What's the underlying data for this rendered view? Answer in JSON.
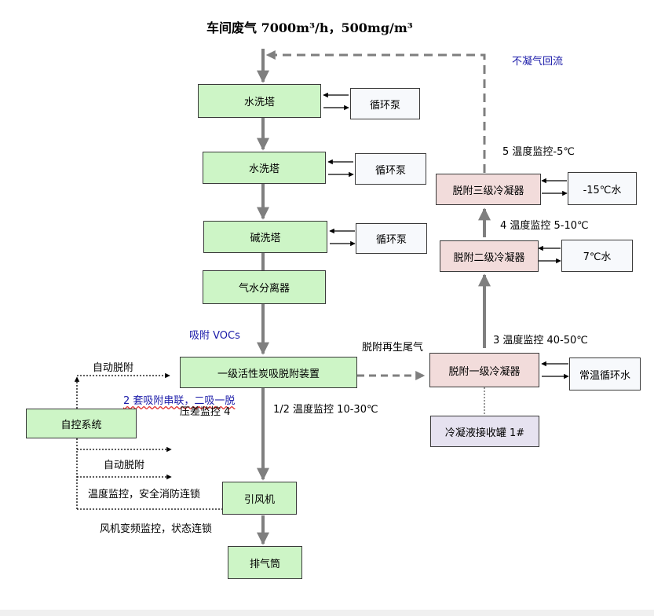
{
  "title": "车间废气 7000m³/h，500mg/m³",
  "nodes": {
    "water_tower_1": "水洗塔",
    "water_tower_2": "水洗塔",
    "alkali_tower": "碱洗塔",
    "pump_1": "循环泵",
    "pump_2": "循环泵",
    "pump_3": "循环泵",
    "separator": "气水分离器",
    "carbon_unit": "一级活性炭吸脱附装置",
    "control_system": "自控系统",
    "fan": "引风机",
    "stack": "排气筒",
    "condenser_1": "脱附一级冷凝器",
    "condenser_2": "脱附二级冷凝器",
    "condenser_3": "脱附三级冷凝器",
    "condensate_tank": "冷凝液接收罐 1#",
    "ambient_water": "常温循环水",
    "water_7c": "7℃水",
    "water_minus15c": "-15℃水"
  },
  "labels": {
    "return_flow": "不凝气回流",
    "temp_5": "5 温度监控-5℃",
    "temp_4": "4 温度监控 5-10℃",
    "temp_3": "3 温度监控 40-50℃",
    "adsorb_vocs": "吸附 VOCs",
    "regen_tail_gas": "脱附再生尾气",
    "auto_desorb_1": "自动脱附",
    "series_note": "2 套吸附串联，二吸一脱",
    "pressure_monitor": "压差监控 4",
    "temp_12": "1/2 温度监控 10-30℃",
    "auto_desorb_2": "自动脱附",
    "temp_safety": "温度监控，安全消防连锁",
    "fan_vfd": "风机变频监控，状态连锁"
  },
  "colors": {
    "process_box": "#cdf5c6",
    "condenser_box": "#f2dcdb",
    "utility_box": "#f7f9fc",
    "tank_box": "#e6e2f0",
    "main_flow": "#7f7f7f",
    "blue_text": "#1a1aa8"
  }
}
